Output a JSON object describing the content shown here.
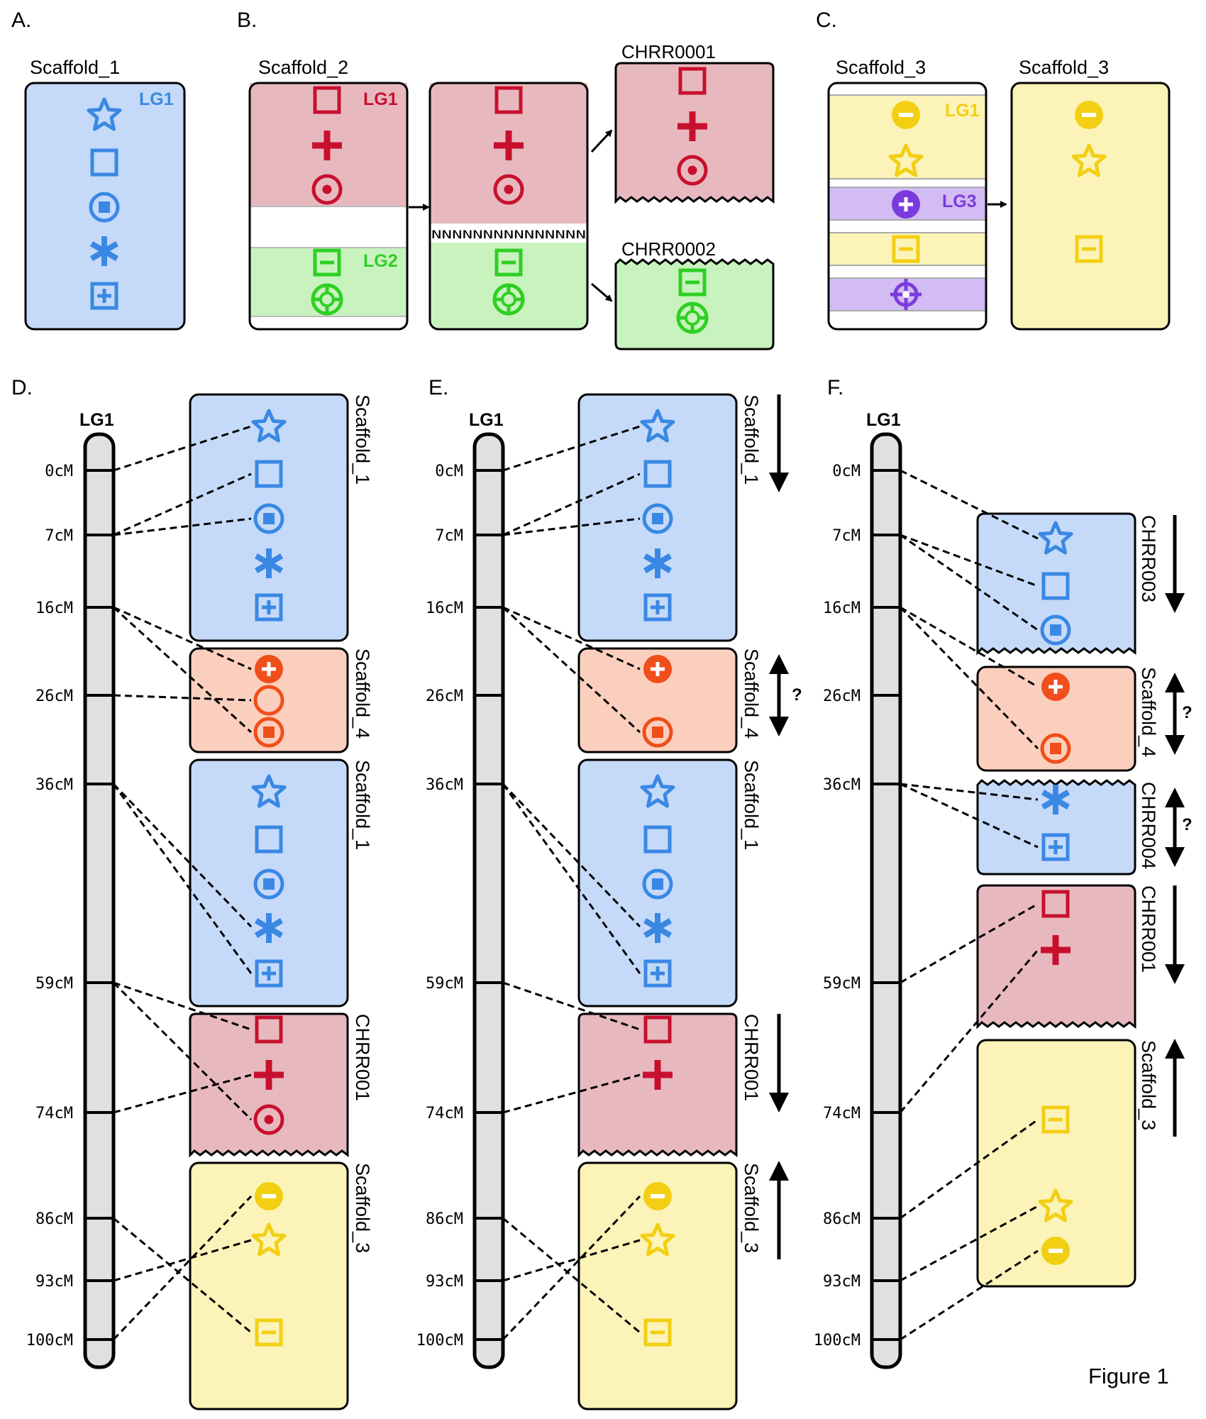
{
  "colors": {
    "blue": "#3a88e4",
    "blue_fill": "#c4daf8",
    "red": "#c8102e",
    "red_fill": "#e7b9bf",
    "green": "#2fcf24",
    "green_fill": "#c9f3be",
    "orange": "#f04e1a",
    "orange_fill": "#fbcfbd",
    "yellow": "#f2cf12",
    "yellow_fill": "#fcf3b8",
    "purple": "#7b3bdc",
    "purple_fill": "#d2bcf3",
    "chrom_fill": "#e0e0e0"
  },
  "figure_label": "Figure 1",
  "panel_a": {
    "letter": "A.",
    "scaffold_label": "Scaffold_1",
    "lg_label": "LG1"
  },
  "panel_b": {
    "letter": "B.",
    "scaffold_label": "Scaffold_2",
    "lg1_label": "LG1",
    "lg2_label": "LG2",
    "gap_text": "NNNNNNNNNNNNNNN",
    "chrr_1": "CHRR0001",
    "chrr_2": "CHRR0002"
  },
  "panel_c": {
    "letter": "C.",
    "scaffold_label_left": "Scaffold_3",
    "scaffold_label_right": "Scaffold_3",
    "lg1_label": "LG1",
    "lg3_label": "LG3"
  },
  "panel_d": {
    "letter": "D.",
    "lg_title": "LG1",
    "block_labels": [
      "Scaffold_1",
      "Scaffold_4",
      "Scaffold_1",
      "CHRR001",
      "Scaffold_3"
    ]
  },
  "panel_e": {
    "letter": "E.",
    "lg_title": "LG1",
    "block_labels": [
      "Scaffold_1",
      "Scaffold_4",
      "Scaffold_1",
      "CHRR001",
      "Scaffold_3"
    ],
    "unknown_mark": "?"
  },
  "panel_f": {
    "letter": "F.",
    "lg_title": "LG1",
    "block_labels": [
      "CHRR003",
      "Scaffold_4",
      "CHRR004",
      "CHRR001",
      "Scaffold_3"
    ],
    "unknown_mark_1": "?",
    "unknown_mark_2": "?"
  },
  "map_ticks": [
    "0cM",
    "7cM",
    "16cM",
    "26cM",
    "36cM",
    "59cM",
    "74cM",
    "86cM",
    "93cM",
    "100cM"
  ],
  "marker_icons": [
    "star-icon",
    "square-icon",
    "circle-dot-icon",
    "asterisk-icon",
    "boxed-plus-icon",
    "plus-icon",
    "filled-minus-icon",
    "boxed-minus-icon",
    "filled-plus-icon",
    "open-circle-icon",
    "target-icon",
    "crosshair-icon"
  ]
}
